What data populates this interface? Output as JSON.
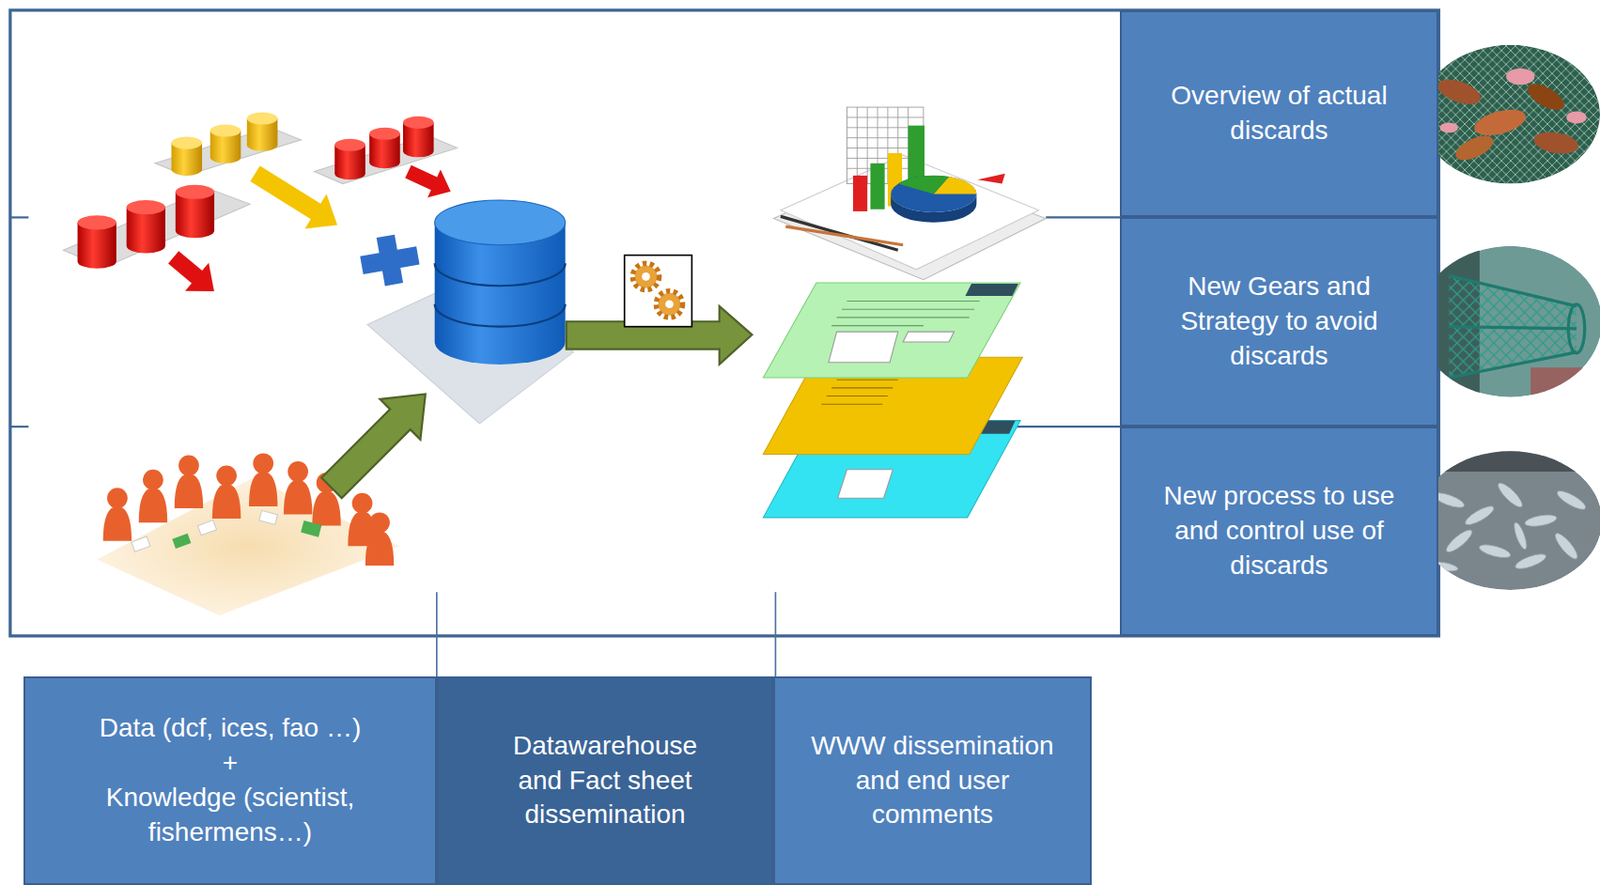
{
  "diagram": {
    "nodes": [
      {
        "text": [
          "Overview of actual discards"
        ]
      },
      {
        "text": [
          "New Gears and Strategy to avoid discards"
        ]
      },
      {
        "text": [
          "New process to use and control use of discards"
        ]
      },
      {
        "text": [
          "Data (dcf, ices, fao …)",
          "+",
          "Knowledge (scientist, fishermens…)"
        ]
      },
      {
        "text": [
          "Datawarehouse and Fact sheet dissemination"
        ]
      },
      {
        "text": [
          "WWW dissemination and end user comments"
        ]
      }
    ]
  }
}
